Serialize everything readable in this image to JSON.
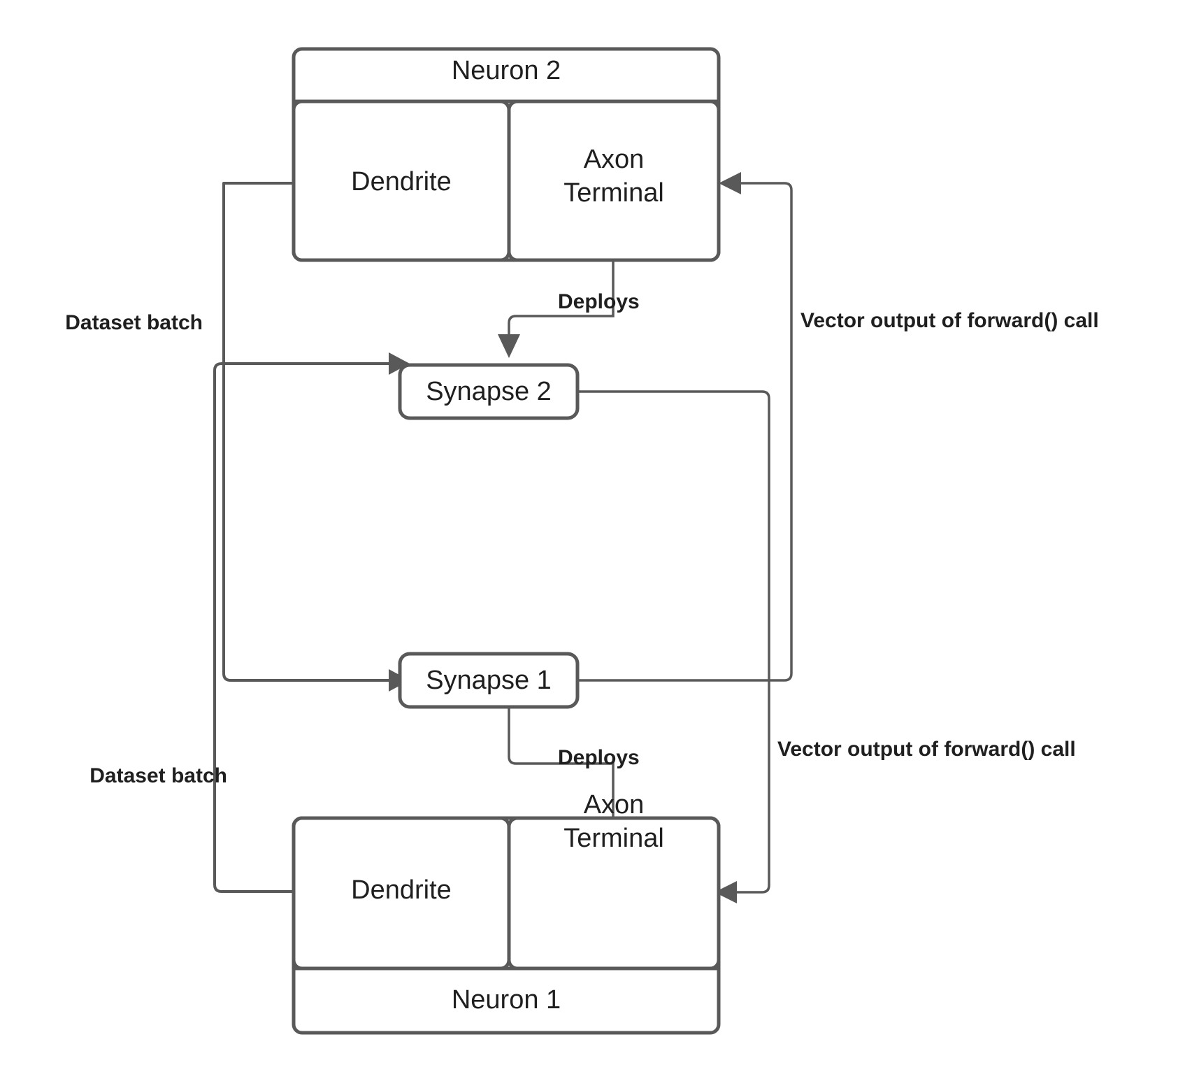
{
  "diagram": {
    "title": "Neuron and Synapse interaction diagram",
    "background_color": "#ffffff",
    "stroke_color": "#595959",
    "text_color": "#1f1f1f",
    "nodes": {
      "neuron2": {
        "label": "Neuron 2",
        "dendrite_label": "Dendrite",
        "axon_terminal_label": "Axon\nTerminal",
        "axon_terminal_line1": "Axon",
        "axon_terminal_line2": "Terminal"
      },
      "neuron1": {
        "label": "Neuron 1",
        "dendrite_label": "Dendrite",
        "axon_terminal_label": "Axon\nTerminal",
        "axon_terminal_line1": "Axon",
        "axon_terminal_line2": "Terminal"
      },
      "synapse2": {
        "label": "Synapse 2"
      },
      "synapse1": {
        "label": "Synapse 1"
      }
    },
    "edge_labels": {
      "dataset_batch_top": "Dataset batch",
      "dataset_batch_bottom": "Dataset batch",
      "deploys_top": "Deploys",
      "deploys_bottom": "Deploys",
      "vector_output_top": "Vector output of forward() call",
      "vector_output_bottom": "Vector output of forward() call"
    }
  }
}
